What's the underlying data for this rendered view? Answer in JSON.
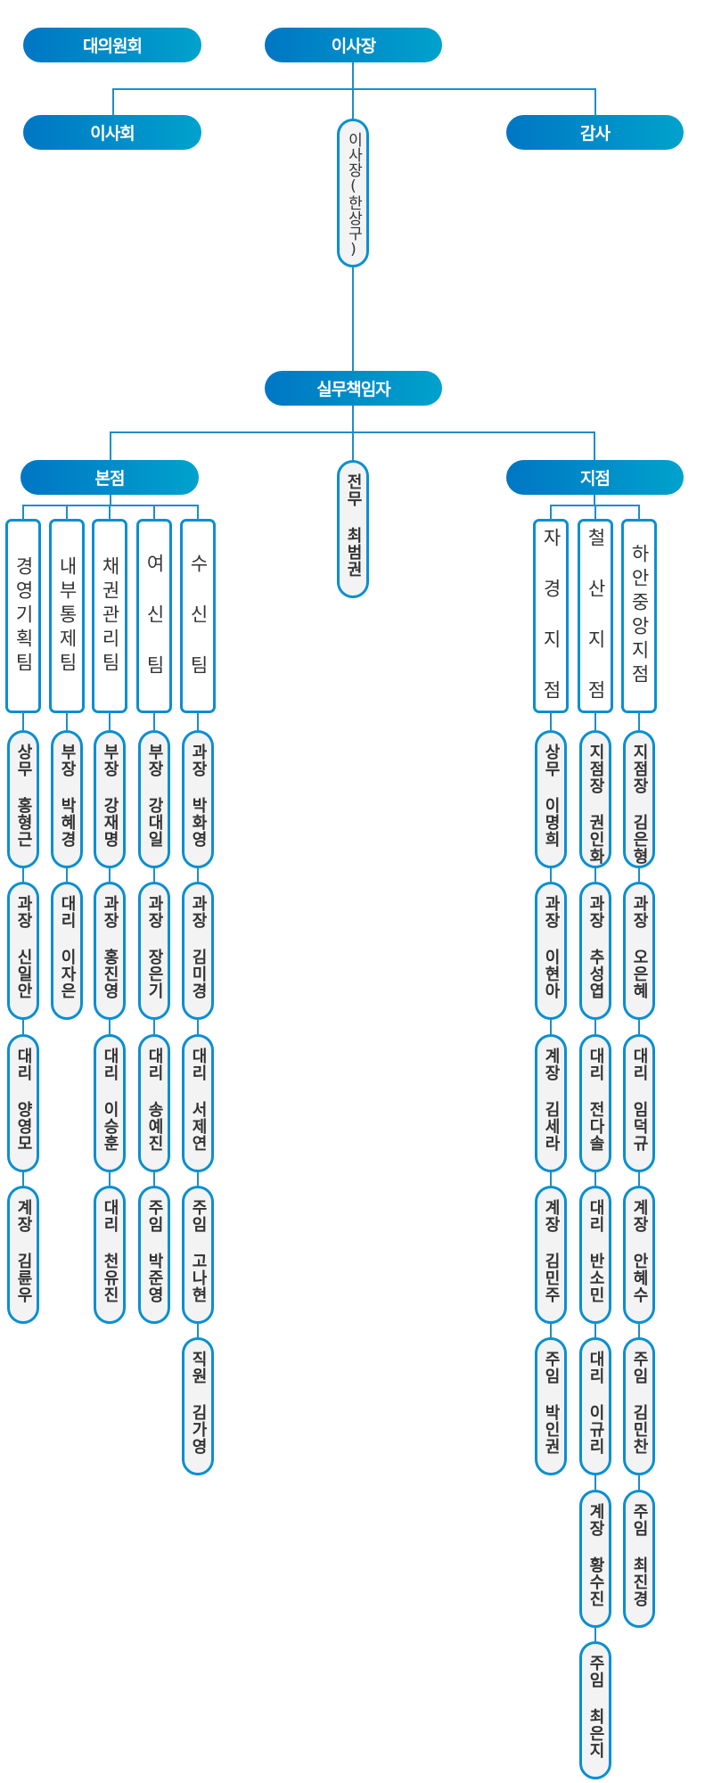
{
  "top": {
    "delegates": "대의원회",
    "chairman": "이사장",
    "board": "이사회",
    "auditor": "감사",
    "chairman_person": "이사장(한상구)",
    "executive": "실무책임자",
    "head_office": "본점",
    "director": "전무 최범권",
    "branches": "지점"
  },
  "head_office_teams": [
    {
      "name": "경영기획팀",
      "members": [
        "상무 홍형근",
        "과장 신일안",
        "대리 양영모",
        "계장 김륜우"
      ]
    },
    {
      "name": "내부통제팀",
      "members": [
        "부장 박혜경",
        "대리 이자은"
      ]
    },
    {
      "name": "채권관리팀",
      "members": [
        "부장 강재명",
        "과장 홍진영",
        "대리 이승훈",
        "대리 천유진"
      ]
    },
    {
      "name": "여 신 팀",
      "members": [
        "부장 강대일",
        "과장 장은기",
        "대리 송예진",
        "주임 박준영"
      ]
    },
    {
      "name": "수 신 팀",
      "members": [
        "과장 박화영",
        "과장 김미경",
        "대리 서제연",
        "주임 고나현",
        "직원 김가영"
      ]
    }
  ],
  "branch_offices": [
    {
      "name": "자 경 지 점",
      "members": [
        "상무 이명희",
        "과장 이현아",
        "계장 김세라",
        "계장 김민주",
        "주임 박인권"
      ]
    },
    {
      "name": "철 산 지 점",
      "members": [
        "지점장 권인화",
        "과장 추성엽",
        "대리 전다솔",
        "대리 반소민",
        "대리 이규리",
        "계장 황수진",
        "주임 최은지"
      ]
    },
    {
      "name": "하안중앙지점",
      "members": [
        "지점장 김은형",
        "과장 오은혜",
        "대리 임덕규",
        "계장 안혜수",
        "주임 김민찬",
        "주임 최진경"
      ]
    }
  ]
}
